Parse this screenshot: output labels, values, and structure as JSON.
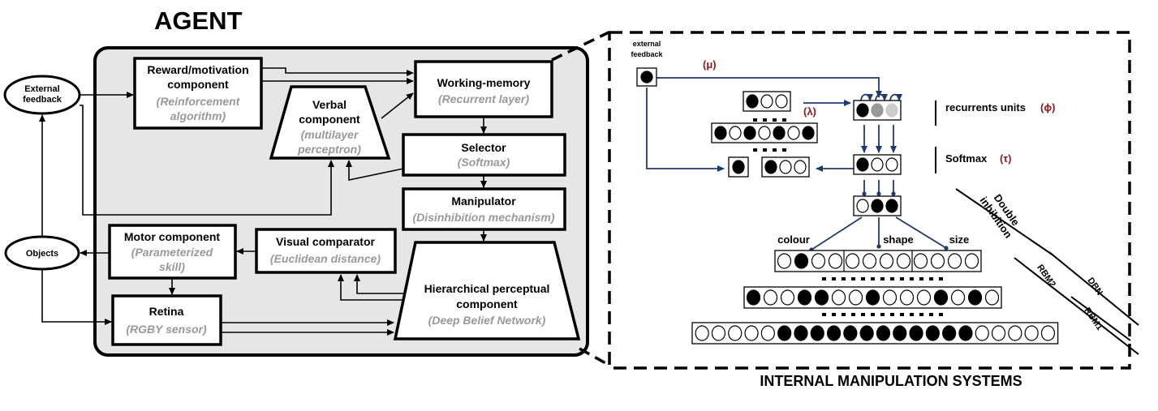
{
  "agent": {
    "title": "AGENT",
    "external_feedback": [
      "External",
      "feedback"
    ],
    "objects": "Objects",
    "reward": {
      "line1": "Reward/motivation",
      "line2": "component",
      "sub1": "(Reinforcement",
      "sub2": "algorithm)"
    },
    "verbal": {
      "line1": "Verbal",
      "line2": "component",
      "sub1": "(multilayer",
      "sub2": "perceptron)"
    },
    "working_memory": {
      "name": "Working-memory",
      "sub": "(Recurrent layer)"
    },
    "selector": {
      "name": "Selector",
      "sub": "(Softmax)"
    },
    "manipulator": {
      "name": "Manipulator",
      "sub": "(Disinhibition mechanism)"
    },
    "motor": {
      "name": "Motor component",
      "sub1": "(Parameterized",
      "sub2": "skill)"
    },
    "visual": {
      "name": "Visual comparator",
      "sub": "(Euclidean distance)"
    },
    "retina": {
      "name": "Retina",
      "sub": "(RGBY sensor)"
    },
    "perceptual": {
      "line1": "Hierarchical perceptual",
      "line2": "component",
      "sub": "(Deep Belief Network)"
    }
  },
  "internal": {
    "title": "INTERNAL MANIPULATION SYSTEMS",
    "external_feedback": [
      "external",
      "feedback"
    ],
    "mu": "(μ)",
    "lambda": "(λ)",
    "recurrent_label": "recurrents units",
    "phi": "(ϕ)",
    "softmax_label": "Softmax",
    "tau": "(τ)",
    "double_inhibition": [
      "Double",
      "inhibition"
    ],
    "colour": "colour",
    "shape": "shape",
    "size": "size",
    "rbm2": "RBM2",
    "rbm1": "RBM1",
    "dbn": "DBN",
    "layers": {
      "feature": [
        0,
        1,
        0,
        0,
        0,
        0,
        0,
        0,
        0,
        0,
        0,
        0
      ],
      "hidden2": [
        1,
        0,
        0,
        1,
        1,
        0,
        0,
        1,
        0,
        0,
        0,
        1,
        0,
        1,
        0
      ],
      "hidden1": [
        0,
        0,
        0,
        0,
        0,
        1,
        1,
        1,
        1,
        1,
        1,
        1,
        1,
        1,
        1,
        1,
        1,
        0,
        0,
        0,
        0,
        0
      ],
      "top_input": [
        1,
        0,
        0
      ],
      "verbal_out": [
        1,
        0,
        1,
        0,
        1,
        0,
        1
      ],
      "recurrent": [
        "on",
        "gray",
        "lgray"
      ],
      "softmax": [
        1,
        0,
        0
      ],
      "selector_out": [
        1,
        0,
        0
      ],
      "disinhibition": [
        0,
        1,
        1
      ]
    }
  }
}
